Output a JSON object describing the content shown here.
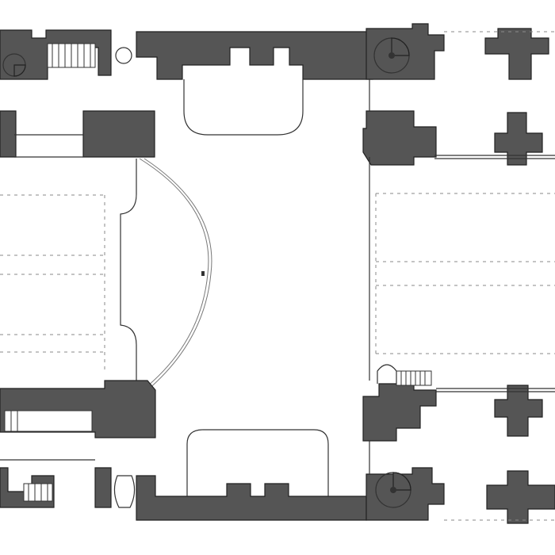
{
  "plan": {
    "kind": "architectural-floor-plan",
    "view": "plan",
    "colors": {
      "background": "#ffffff",
      "wall_fill": "#555555",
      "line": "#333333",
      "dashed_line": "#8a8a8a"
    },
    "features": {
      "stairs": 4,
      "spiral_stairs": 4,
      "cruciform_piers": 4,
      "apse_recesses": 2,
      "curved_screen": 1
    }
  }
}
